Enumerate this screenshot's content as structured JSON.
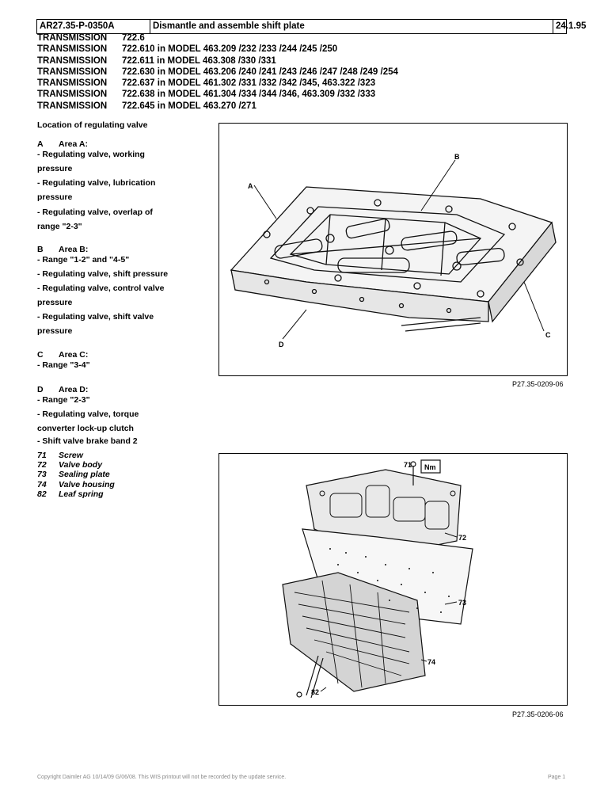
{
  "header": {
    "doc_id": "AR27.35-P-0350A",
    "title": "Dismantle and assemble shift plate",
    "date": "24.1.95"
  },
  "transmissions": [
    {
      "label": "TRANSMISSION",
      "value": "722.6"
    },
    {
      "label": "TRANSMISSION",
      "value": "722.610 in MODEL 463.209 /232 /233 /244 /245 /250"
    },
    {
      "label": "TRANSMISSION",
      "value": "722.611 in MODEL 463.308 /330 /331"
    },
    {
      "label": "TRANSMISSION",
      "value": "722.630 in MODEL 463.206 /240 /241 /243 /246 /247 /248 /249 /254"
    },
    {
      "label": "TRANSMISSION",
      "value": "722.637 in MODEL 461.302 /331 /332 /342 /345, 463.322 /323"
    },
    {
      "label": "TRANSMISSION",
      "value": "722.638 in MODEL 461.304 /334 /344 /346, 463.309 /332 /333"
    },
    {
      "label": "TRANSMISSION",
      "value": "722.645 in MODEL 463.270 /271"
    }
  ],
  "location": {
    "heading": "Location of regulating valve",
    "areaA": {
      "letter": "A",
      "title": "Area A:",
      "l1": "- Regulating valve, working",
      "l2": "pressure",
      "l3": "- Regulating valve, lubrication",
      "l4": "pressure",
      "l5": "- Regulating valve, overlap of",
      "l6": "range \"2-3\""
    },
    "areaB": {
      "letter": "B",
      "title": "Area B:",
      "l1": "- Range \"1-2\" and \"4-5\"",
      "l2": "- Regulating valve, shift pressure",
      "l3": "- Regulating valve, control valve",
      "l4": "pressure",
      "l5": "- Regulating valve, shift valve",
      "l6": "pressure"
    },
    "areaC": {
      "letter": "C",
      "title": "Area C:",
      "l1": "- Range \"3-4\""
    },
    "areaD": {
      "letter": "D",
      "title": "Area D:",
      "l1": "- Range \"2-3\"",
      "l2": "- Regulating valve, torque",
      "l3": "converter lock-up clutch",
      "l4": "- Shift valve brake band 2"
    }
  },
  "parts": [
    {
      "num": "71",
      "name": "Screw"
    },
    {
      "num": "72",
      "name": "Valve body"
    },
    {
      "num": "73",
      "name": "Sealing plate"
    },
    {
      "num": "74",
      "name": "Valve housing"
    },
    {
      "num": "82",
      "name": "Leaf spring"
    }
  ],
  "figure1": {
    "caption": "P27.35-0209-06",
    "labels": {
      "a": "A",
      "b": "B",
      "c": "C",
      "d": "D"
    }
  },
  "figure2": {
    "caption": "P27.35-0206-06",
    "labels": {
      "p71": "71",
      "nm": "Nm",
      "p72": "72",
      "p73": "73",
      "p74": "74",
      "p82": "82"
    }
  },
  "footer": {
    "copyright": "Copyright Daimler AG 10/14/09 G/06/08. This WIS printout will not be recorded by the update service.",
    "page": "Page 1"
  }
}
